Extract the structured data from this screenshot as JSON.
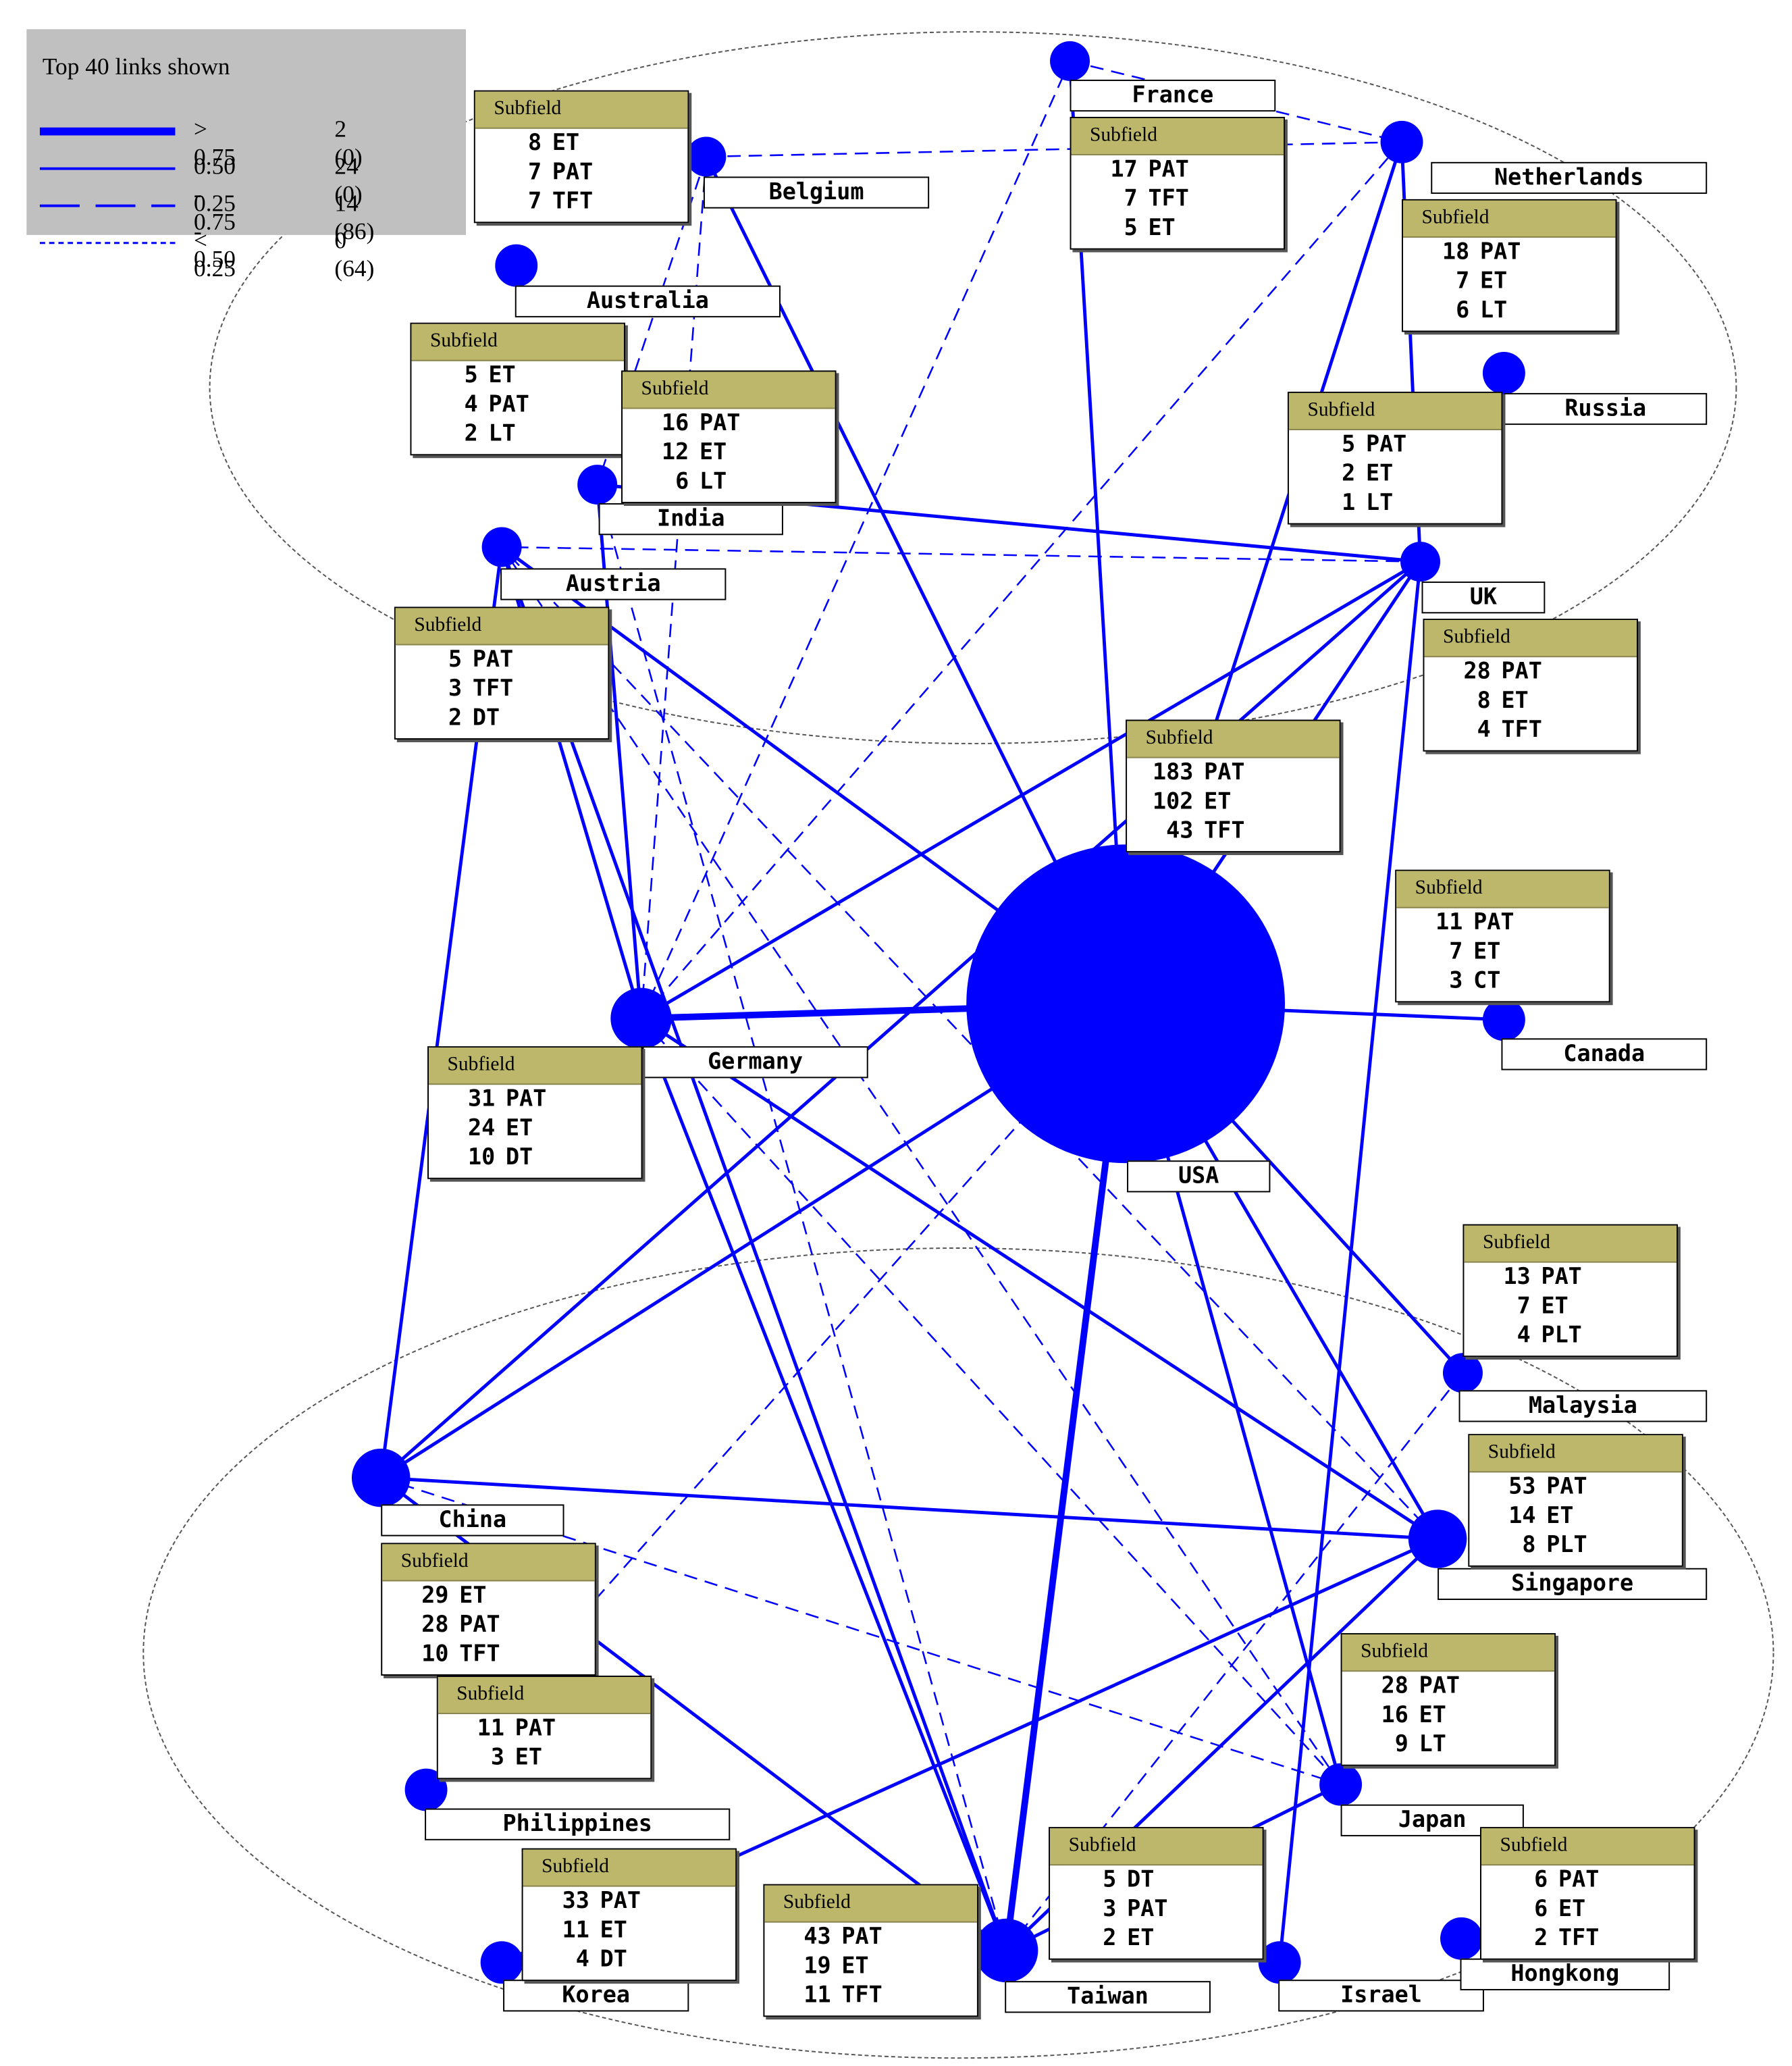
{
  "legend": {
    "title": "Top 40 links shown",
    "rows": [
      {
        "range": "> 0.75",
        "count": "2 (0)",
        "style": "thick"
      },
      {
        "range": "0.50 - 0.75",
        "count": "24 (0)",
        "style": "solid"
      },
      {
        "range": "0.25 - 0.50",
        "count": "14 (86)",
        "style": "dashed"
      },
      {
        "range": "< 0.25",
        "count": "0 (64)",
        "style": "dotted"
      }
    ]
  },
  "link_color": "#0000ff",
  "label_header_color": "#bdb76b",
  "subfield_header": "Subfield",
  "countries": [
    {
      "id": "france",
      "name": "France",
      "subfields": [
        [
          "17",
          "PAT"
        ],
        [
          "7",
          "TFT"
        ],
        [
          "5",
          "ET"
        ]
      ]
    },
    {
      "id": "netherlands",
      "name": "Netherlands",
      "subfields": [
        [
          "18",
          "PAT"
        ],
        [
          "7",
          "ET"
        ],
        [
          "6",
          "LT"
        ]
      ]
    },
    {
      "id": "belgium",
      "name": "Belgium",
      "subfields": [
        [
          "8",
          "ET"
        ],
        [
          "7",
          "PAT"
        ],
        [
          "7",
          "TFT"
        ]
      ]
    },
    {
      "id": "australia",
      "name": "Australia",
      "subfields": [
        [
          "5",
          "ET"
        ],
        [
          "4",
          "PAT"
        ],
        [
          "2",
          "LT"
        ]
      ]
    },
    {
      "id": "russia",
      "name": "Russia",
      "subfields": [
        [
          "5",
          "PAT"
        ],
        [
          "2",
          "ET"
        ],
        [
          "1",
          "LT"
        ]
      ]
    },
    {
      "id": "india",
      "name": "India",
      "subfields": [
        [
          "16",
          "PAT"
        ],
        [
          "12",
          "ET"
        ],
        [
          "6",
          "LT"
        ]
      ]
    },
    {
      "id": "austria",
      "name": "Austria",
      "subfields": [
        [
          "5",
          "PAT"
        ],
        [
          "3",
          "TFT"
        ],
        [
          "2",
          "DT"
        ]
      ]
    },
    {
      "id": "uk",
      "name": "UK",
      "subfields": [
        [
          "28",
          "PAT"
        ],
        [
          "8",
          "ET"
        ],
        [
          "4",
          "TFT"
        ]
      ]
    },
    {
      "id": "usa",
      "name": "USA",
      "subfields": [
        [
          "183",
          "PAT"
        ],
        [
          "102",
          "ET"
        ],
        [
          "43",
          "TFT"
        ]
      ]
    },
    {
      "id": "canada",
      "name": "Canada",
      "subfields": [
        [
          "11",
          "PAT"
        ],
        [
          "7",
          "ET"
        ],
        [
          "3",
          "CT"
        ]
      ]
    },
    {
      "id": "germany",
      "name": "Germany",
      "subfields": [
        [
          "31",
          "PAT"
        ],
        [
          "24",
          "ET"
        ],
        [
          "10",
          "DT"
        ]
      ]
    },
    {
      "id": "malaysia",
      "name": "Malaysia",
      "subfields": [
        [
          "13",
          "PAT"
        ],
        [
          "7",
          "ET"
        ],
        [
          "4",
          "PLT"
        ]
      ]
    },
    {
      "id": "singapore",
      "name": "Singapore",
      "subfields": [
        [
          "53",
          "PAT"
        ],
        [
          "14",
          "ET"
        ],
        [
          "8",
          "PLT"
        ]
      ]
    },
    {
      "id": "china",
      "name": "China",
      "subfields": [
        [
          "29",
          "ET"
        ],
        [
          "28",
          "PAT"
        ],
        [
          "10",
          "TFT"
        ]
      ]
    },
    {
      "id": "japan",
      "name": "Japan",
      "subfields": [
        [
          "28",
          "PAT"
        ],
        [
          "16",
          "ET"
        ],
        [
          "9",
          "LT"
        ]
      ]
    },
    {
      "id": "philippines",
      "name": "Philippines",
      "subfields": [
        [
          "11",
          "PAT"
        ],
        [
          "3",
          "ET"
        ]
      ]
    },
    {
      "id": "korea",
      "name": "Korea",
      "subfields": [
        [
          "33",
          "PAT"
        ],
        [
          "11",
          "ET"
        ],
        [
          "4",
          "DT"
        ]
      ]
    },
    {
      "id": "taiwan",
      "name": "Taiwan",
      "subfields": [
        [
          "43",
          "PAT"
        ],
        [
          "19",
          "ET"
        ],
        [
          "11",
          "TFT"
        ]
      ]
    },
    {
      "id": "israel",
      "name": "Israel",
      "subfields": [
        [
          "5",
          "DT"
        ],
        [
          "3",
          "PAT"
        ],
        [
          "2",
          "ET"
        ]
      ]
    },
    {
      "id": "hongkong",
      "name": "Hongkong",
      "subfields": [
        [
          "6",
          "PAT"
        ],
        [
          "6",
          "ET"
        ],
        [
          "2",
          "TFT"
        ]
      ]
    }
  ],
  "links": [
    {
      "a": "usa",
      "b": "germany",
      "style": "thick"
    },
    {
      "a": "usa",
      "b": "taiwan",
      "style": "thick"
    },
    {
      "a": "usa",
      "b": "canada",
      "style": "solid"
    },
    {
      "a": "usa",
      "b": "france",
      "style": "solid"
    },
    {
      "a": "usa",
      "b": "netherlands",
      "style": "solid"
    },
    {
      "a": "usa",
      "b": "belgium",
      "style": "solid"
    },
    {
      "a": "usa",
      "b": "austria",
      "style": "solid"
    },
    {
      "a": "usa",
      "b": "uk",
      "style": "solid"
    },
    {
      "a": "usa",
      "b": "china",
      "style": "solid"
    },
    {
      "a": "usa",
      "b": "singapore",
      "style": "solid"
    },
    {
      "a": "usa",
      "b": "japan",
      "style": "solid"
    },
    {
      "a": "usa",
      "b": "malaysia",
      "style": "solid"
    },
    {
      "a": "germany",
      "b": "uk",
      "style": "solid"
    },
    {
      "a": "germany",
      "b": "austria",
      "style": "solid"
    },
    {
      "a": "germany",
      "b": "india",
      "style": "solid"
    },
    {
      "a": "germany",
      "b": "singapore",
      "style": "solid"
    },
    {
      "a": "germany",
      "b": "taiwan",
      "style": "solid"
    },
    {
      "a": "germany",
      "b": "japan",
      "style": "dashed"
    },
    {
      "a": "germany",
      "b": "france",
      "style": "dashed"
    },
    {
      "a": "germany",
      "b": "netherlands",
      "style": "dashed"
    },
    {
      "a": "germany",
      "b": "belgium",
      "style": "dashed"
    },
    {
      "a": "uk",
      "b": "india",
      "style": "solid"
    },
    {
      "a": "uk",
      "b": "netherlands",
      "style": "solid"
    },
    {
      "a": "uk",
      "b": "israel",
      "style": "solid"
    },
    {
      "a": "uk",
      "b": "china",
      "style": "solid"
    },
    {
      "a": "uk",
      "b": "austria",
      "style": "dashed"
    },
    {
      "a": "france",
      "b": "netherlands",
      "style": "dashed"
    },
    {
      "a": "belgium",
      "b": "netherlands",
      "style": "dashed"
    },
    {
      "a": "belgium",
      "b": "india",
      "style": "dashed"
    },
    {
      "a": "netherlands",
      "b": "uk",
      "style": "dashed"
    },
    {
      "a": "china",
      "b": "austria",
      "style": "solid"
    },
    {
      "a": "china",
      "b": "singapore",
      "style": "solid"
    },
    {
      "a": "china",
      "b": "taiwan",
      "style": "solid"
    },
    {
      "a": "china",
      "b": "japan",
      "style": "dashed"
    },
    {
      "a": "singapore",
      "b": "korea",
      "style": "solid"
    },
    {
      "a": "singapore",
      "b": "taiwan",
      "style": "solid"
    },
    {
      "a": "singapore",
      "b": "austria",
      "style": "dashed"
    },
    {
      "a": "taiwan",
      "b": "japan",
      "style": "solid"
    },
    {
      "a": "taiwan",
      "b": "austria",
      "style": "solid"
    },
    {
      "a": "taiwan",
      "b": "malaysia",
      "style": "dashed"
    },
    {
      "a": "taiwan",
      "b": "india",
      "style": "dashed"
    },
    {
      "a": "japan",
      "b": "austria",
      "style": "dashed"
    },
    {
      "a": "philippines",
      "b": "usa",
      "style": "dashed"
    }
  ]
}
